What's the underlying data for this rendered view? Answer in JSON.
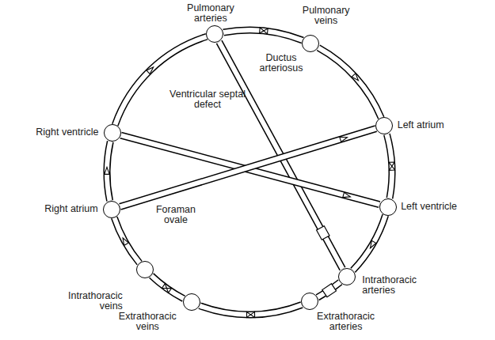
{
  "diagram": {
    "nodes": [
      {
        "text": [
          "Pulmonary arteries"
        ]
      },
      {
        "text": [
          "Pulmonary veins"
        ]
      },
      {
        "text": [
          "Left atrium"
        ]
      },
      {
        "text": [
          "Left ventricle"
        ]
      },
      {
        "text": [
          "Intrathoracic arteries"
        ]
      },
      {
        "text": [
          "Extrathoracic arteries"
        ]
      },
      {
        "text": [
          "Extrathoracic veins"
        ]
      },
      {
        "text": [
          "Intrathoracic veins"
        ]
      },
      {
        "text": [
          "Right atrium"
        ]
      },
      {
        "text": [
          "Right ventricle"
        ]
      }
    ],
    "edges": [
      {
        "from": 0,
        "to": 1,
        "arrow": "none"
      },
      {
        "from": 1,
        "to": 2,
        "arrow": "none"
      },
      {
        "from": 2,
        "to": 3,
        "arrow": "none"
      },
      {
        "from": 3,
        "to": 4,
        "arrow": "none"
      },
      {
        "from": 4,
        "to": 5,
        "arrow": "none"
      },
      {
        "from": 5,
        "to": 6,
        "arrow": "none"
      },
      {
        "from": 6,
        "to": 7,
        "arrow": "none"
      },
      {
        "from": 7,
        "to": 8,
        "arrow": "none"
      },
      {
        "from": 8,
        "to": 9,
        "arrow": "none"
      },
      {
        "from": 9,
        "to": 0,
        "arrow": "none"
      },
      {
        "from": 0,
        "to": 4,
        "label": "Ductus arteriosus",
        "arrow": "none"
      },
      {
        "from": 9,
        "to": 3,
        "label": "Ventricular septal defect",
        "arrow": "none"
      },
      {
        "from": 8,
        "to": 2,
        "label": "Foraman ovale",
        "arrow": "none"
      }
    ]
  }
}
